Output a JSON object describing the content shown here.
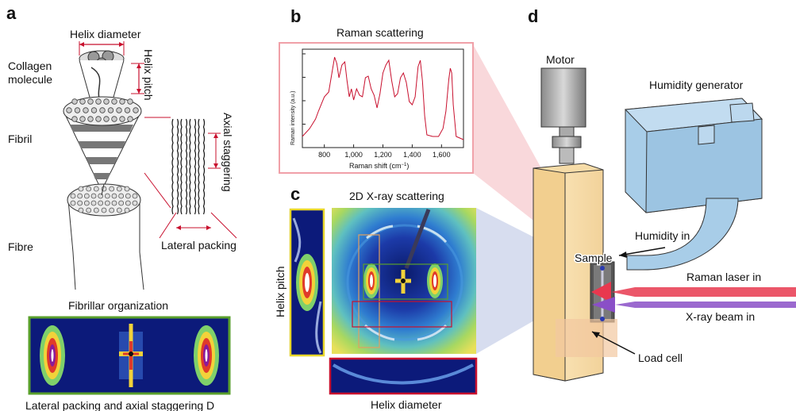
{
  "panels": {
    "a": "a",
    "b": "b",
    "c": "c",
    "d": "d"
  },
  "panel_a": {
    "helix_diameter": "Helix diameter",
    "collagen_molecule_1": "Collagen",
    "collagen_molecule_2": "molecule",
    "helix_pitch": "Helix pitch",
    "fibril": "Fibril",
    "fibre": "Fibre",
    "axial_staggering": "Axial staggering",
    "lateral_packing": "Lateral packing",
    "fibrillar_organization": "Fibrillar organization",
    "caption": "Lateral packing and axial staggering D"
  },
  "panel_b": {
    "title": "Raman scattering",
    "xlabel": "Raman shift (cm",
    "xlabel_sup": "−1",
    "xlabel_end": ")",
    "ylabel": "Raman intensity (a.u.)",
    "x_ticks": [
      "800",
      "1,000",
      "1,200",
      "1,400",
      "1,600"
    ]
  },
  "panel_c": {
    "title": "2D X-ray scattering",
    "helix_pitch": "Helix pitch",
    "helix_diameter": "Helix diameter"
  },
  "panel_d": {
    "motor": "Motor",
    "humidity_generator": "Humidity generator",
    "humidity_in": "Humidity in",
    "sample": "Sample",
    "raman_laser_in": "Raman laser in",
    "xray_beam_in": "X-ray beam in",
    "load_cell": "Load cell"
  },
  "colors": {
    "raman_line": "#c8102e",
    "laser": "#e8384f",
    "xray": "#8a4fc7",
    "humidity_box": "#a8cde8",
    "frame_tan": "#f6dca8",
    "highlight_yellow": "#e8d62a",
    "highlight_red": "#c8102e",
    "highlight_green": "#5aa02c"
  }
}
